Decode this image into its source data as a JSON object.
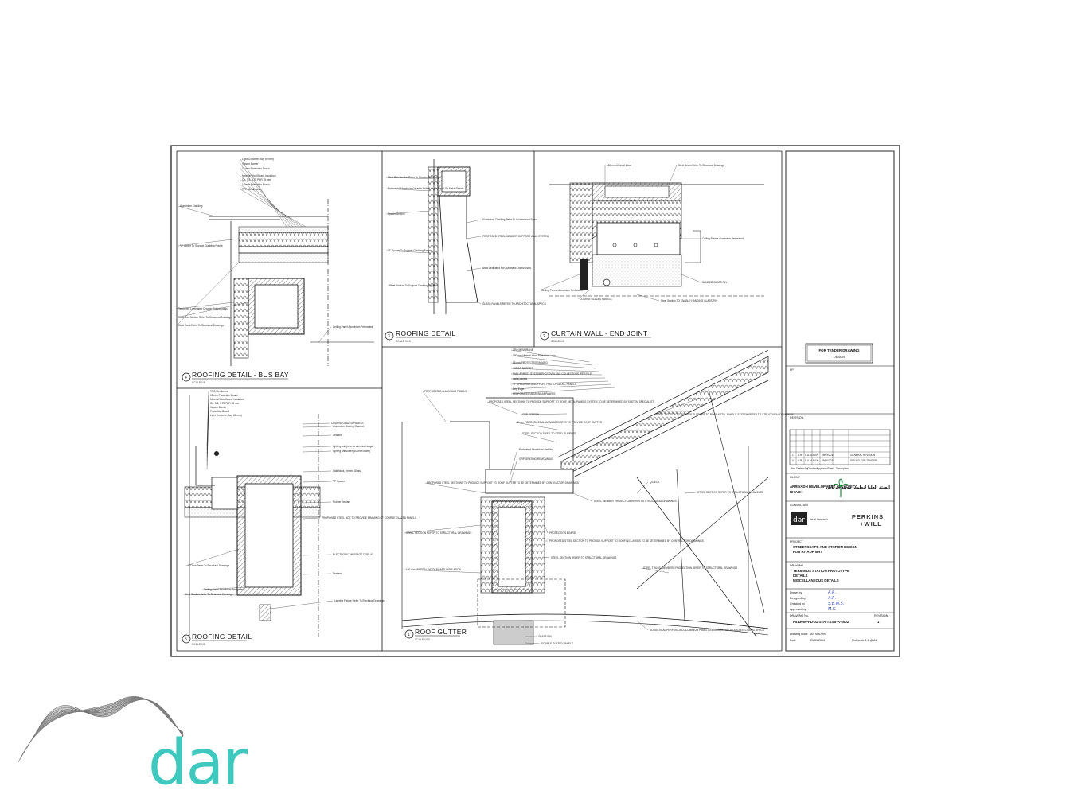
{
  "details": [
    {
      "num": "4",
      "title": "ROOFING DETAIL - BUS BAY",
      "scale": "SCALE 1/5"
    },
    {
      "num": "3",
      "title": "ROOFING DETAIL",
      "scale": "SCALE 1/10"
    },
    {
      "num": "2",
      "title": "CURTAIN WALL - END JOINT",
      "scale": "SCALE 1/5"
    },
    {
      "num": "5",
      "title": "ROOFING DETAIL",
      "scale": "SCALE 1/5"
    },
    {
      "num": "1",
      "title": "ROOF GUTTER",
      "scale": "SCALE 1/10"
    }
  ],
  "notes": {
    "d4": [
      "Light Concrete (Avg 60 mm)",
      "Vapour Barrier",
      "15 mm Protection Board",
      "Mineral Wool Board Insulation",
      "Ctr. 3.5, 0.75 PER 25 mm",
      "15 mm Protection Board",
      "TPO Membrane",
      "Aluminium Cladding",
      "\"Z\" Girder To Support Cladding Frame",
      "Tempered Laminated Ceramic Fritted Glass",
      "Steel Box Section Refer To Structural Drawings",
      "Steel Deck Refer To Structural Drawings",
      "Ceiling Panel Aluminium Perforated"
    ],
    "d3": [
      "Steel Box Section Refer To Structural Drawings",
      "Perforated Aluminium Ceramic Fritted Glass Fixed On Metal Sheets",
      "Spacer Section",
      "\"Z\" Spacer To Support Cladding Frame",
      "Steel Section To Support Cladding System",
      "Aluminium Cladding Refer To Architectural Specs",
      "PROPOSED STEEL MEMBER SUPPORT WALL SYSTEM",
      "Area Dedicated For Automatic Doors/Glass",
      "GLASS PANELS REFER TO ARCHITECTURAL SPECS"
    ],
    "d2": [
      "150 mm Mineral Wool",
      "Steel Beam Refer To Structural Drawings",
      "Ceiling Panels Aluminium Perforated",
      "SANDED GLASS FIN",
      "Ceiling Panels Aluminium Perforated",
      "COURSE GLAZED PANELS",
      "Steel Section TO ENABLE HANGING GLASS FIN"
    ],
    "d5": [
      "TPO Membrane",
      "15 mm Protection Board",
      "Mineral Wool Board Insulation",
      "Ctr. 3.5, 0.75 PER 25 mm",
      "Vapour Barrier",
      "Protection Board",
      "Light Concrete (Avg 60 mm)",
      "COURSE GLAZED PANELS",
      "Aluminium Glazing Channel",
      "Sealant",
      "lighting unit (refer to electrical dwgs)",
      "lighting unit cover (100mm width)",
      "Wall block, printed Glass",
      "\"Z\" Spacer",
      "Rubber Sealant",
      "PROPOSED STEEL BOX TO PROVIDE FRAMING OF COURSE GLAZED PANELS",
      "ELECTRONIC MESSAGE DISPLAY",
      "Sealant",
      "C-Deck Refer To Structural Drawings",
      "Ceiling Panel Aluminium Perforated",
      "Steel Section Refer To Structural Drawings",
      "Lighting Fixture Refer To Electrical Drawings"
    ],
    "d1": [
      "TPO MEMBRANE",
      "150 mm Mineral Wool Board Insulation",
      "15 mm PROTECTION BOARD",
      "VAPOR BARRIER",
      "FULL ARREST SYSTEM PHOTOVOLTAIC COLLECTORS (PER FILE)",
      "metal panels",
      "\"Z\" SPACERS TO SUPPORT PHOTOVOLTAIC PANELS",
      "Drip Edge",
      "PERFORATED ALUMINIUM PANELS",
      "PROPOSED STEEL SECTIONS TO PROVIDE SUPPORT TO ROOF METAL PANELS SYSTEM TO BE DETERMINED BY SYSTEM SPECIALIST",
      "GRP SCREEN",
      "2 mm FIBERGRASS ALUMINIUM SHEETS TO PROVIDE ROOF GUTTER",
      "STEEL SECTION FIXED TO STEEL SUPPORT",
      "Perforated Aluminium cladding",
      "GRP GRATING REMOVABLE",
      "STEEL SECTION TO PROVIDE SUPPORT TO ROOF METAL PANELS SYSTEM REFER TO STRUCTURAL DRAWINGS",
      "PROPOSED STEEL SECTIONS TO PROVIDE SUPPORT TO ROOF GUTTER TO BE DETERMINED BY CONTRACTOR DRAWINGS",
      "STEEL MEMBER PROJECTION REFER TO STRUCTURAL DRAWINGS",
      "Q-DECK",
      "STEEL SECTION REFER TO STRUCTURAL DRAWINGS",
      "PROTECTION BOARD",
      "PROPOSED STEEL SECTION TO PROVIDE SUPPORT TO ROOFING LAYERS TO BE DETERMINED BY CONTRACTOR DRAWINGS",
      "STEEL SECTION REFER TO STRUCTURAL DRAWINGS",
      "150 mm MINERAL WOOL BOARD INSULATION",
      "STEEL SECTION REFER TO STRUCTURAL DRAWINGS",
      "STEEL TRUSS, MEMBERS PROJECTION REFER TO STRUCTURAL DRAWINGS",
      "GLASS FIN",
      "DOUBLE GLAZED PANELS",
      "ACOUSTICAL PERFORATED ALUMINIUM PANEL CEILINGS REFER TO ARCHITECTURAL SPECS"
    ]
  },
  "titleblock": {
    "stamp_line1": "FOR TENDER DRAWING",
    "stamp_line2": "DESIGN",
    "kp_label": "KP",
    "revision_label": "REVISION",
    "revisions": [
      {
        "rev": "1",
        "d": "A.R.",
        "c": "S.A.M.A.",
        "a": "M.K.",
        "date": "25/09/2014",
        "desc": "GENERAL REVISION"
      },
      {
        "rev": "0",
        "d": "A.R.",
        "c": "S.A.M.A.",
        "a": "M.K.",
        "date": "25/06/2014",
        "desc": "ISSUED FOR TENDER"
      }
    ],
    "rev_header": [
      "Rev",
      "Drafted By",
      "Checked",
      "Approved",
      "Date",
      "Description"
    ],
    "client_label": "CLIENT",
    "client_name": "ARRIYADH DEVELOPMENT AUTHORITY",
    "client_name2": "RIYADH",
    "client_arabic": "الهيئة العليا لتطوير مدينة الرياض",
    "consultant_label": "CONSULTANT",
    "consultant_dar": "dar",
    "consultant_dar_sub": "dar al-handasah",
    "consultant_pw1": "PERKINS",
    "consultant_pw2": "+WILL",
    "project_label": "PROJECT",
    "project_line1": "STREETSCAPE AND STATION DESIGN",
    "project_line2": "FOR RIYADH BRT",
    "drawing_label": "DRAWING",
    "drawing_line1": "TERMINUS STATION PROTOTYPE",
    "drawing_line2": "DETAILS",
    "drawing_line3": "MISCELLANEOUS DETAILS",
    "drawn_by_label": "Drawn by",
    "drawn_by": "A.R.",
    "designed_by_label": "Designed by",
    "designed_by": "A.R.",
    "checked_by_label": "Checked by",
    "checked_by": "S.B.M.S.",
    "approved_by_label": "Approved by",
    "approved_by": "M.K.",
    "drawing_no_label": "DRAWING No.",
    "revision_no_label": "REVISION",
    "drawing_no": "P513000-FD-01-STA-TSSB-A-5002",
    "revision_no": "1",
    "drawing_scale_label": "Drawing scale",
    "drawing_scale": "AS SHOWN",
    "date_label": "Date",
    "date": "25/09/2014",
    "plot_scale": "Plot scale 1:1 @ A1"
  },
  "logo": {
    "text": "dar"
  }
}
